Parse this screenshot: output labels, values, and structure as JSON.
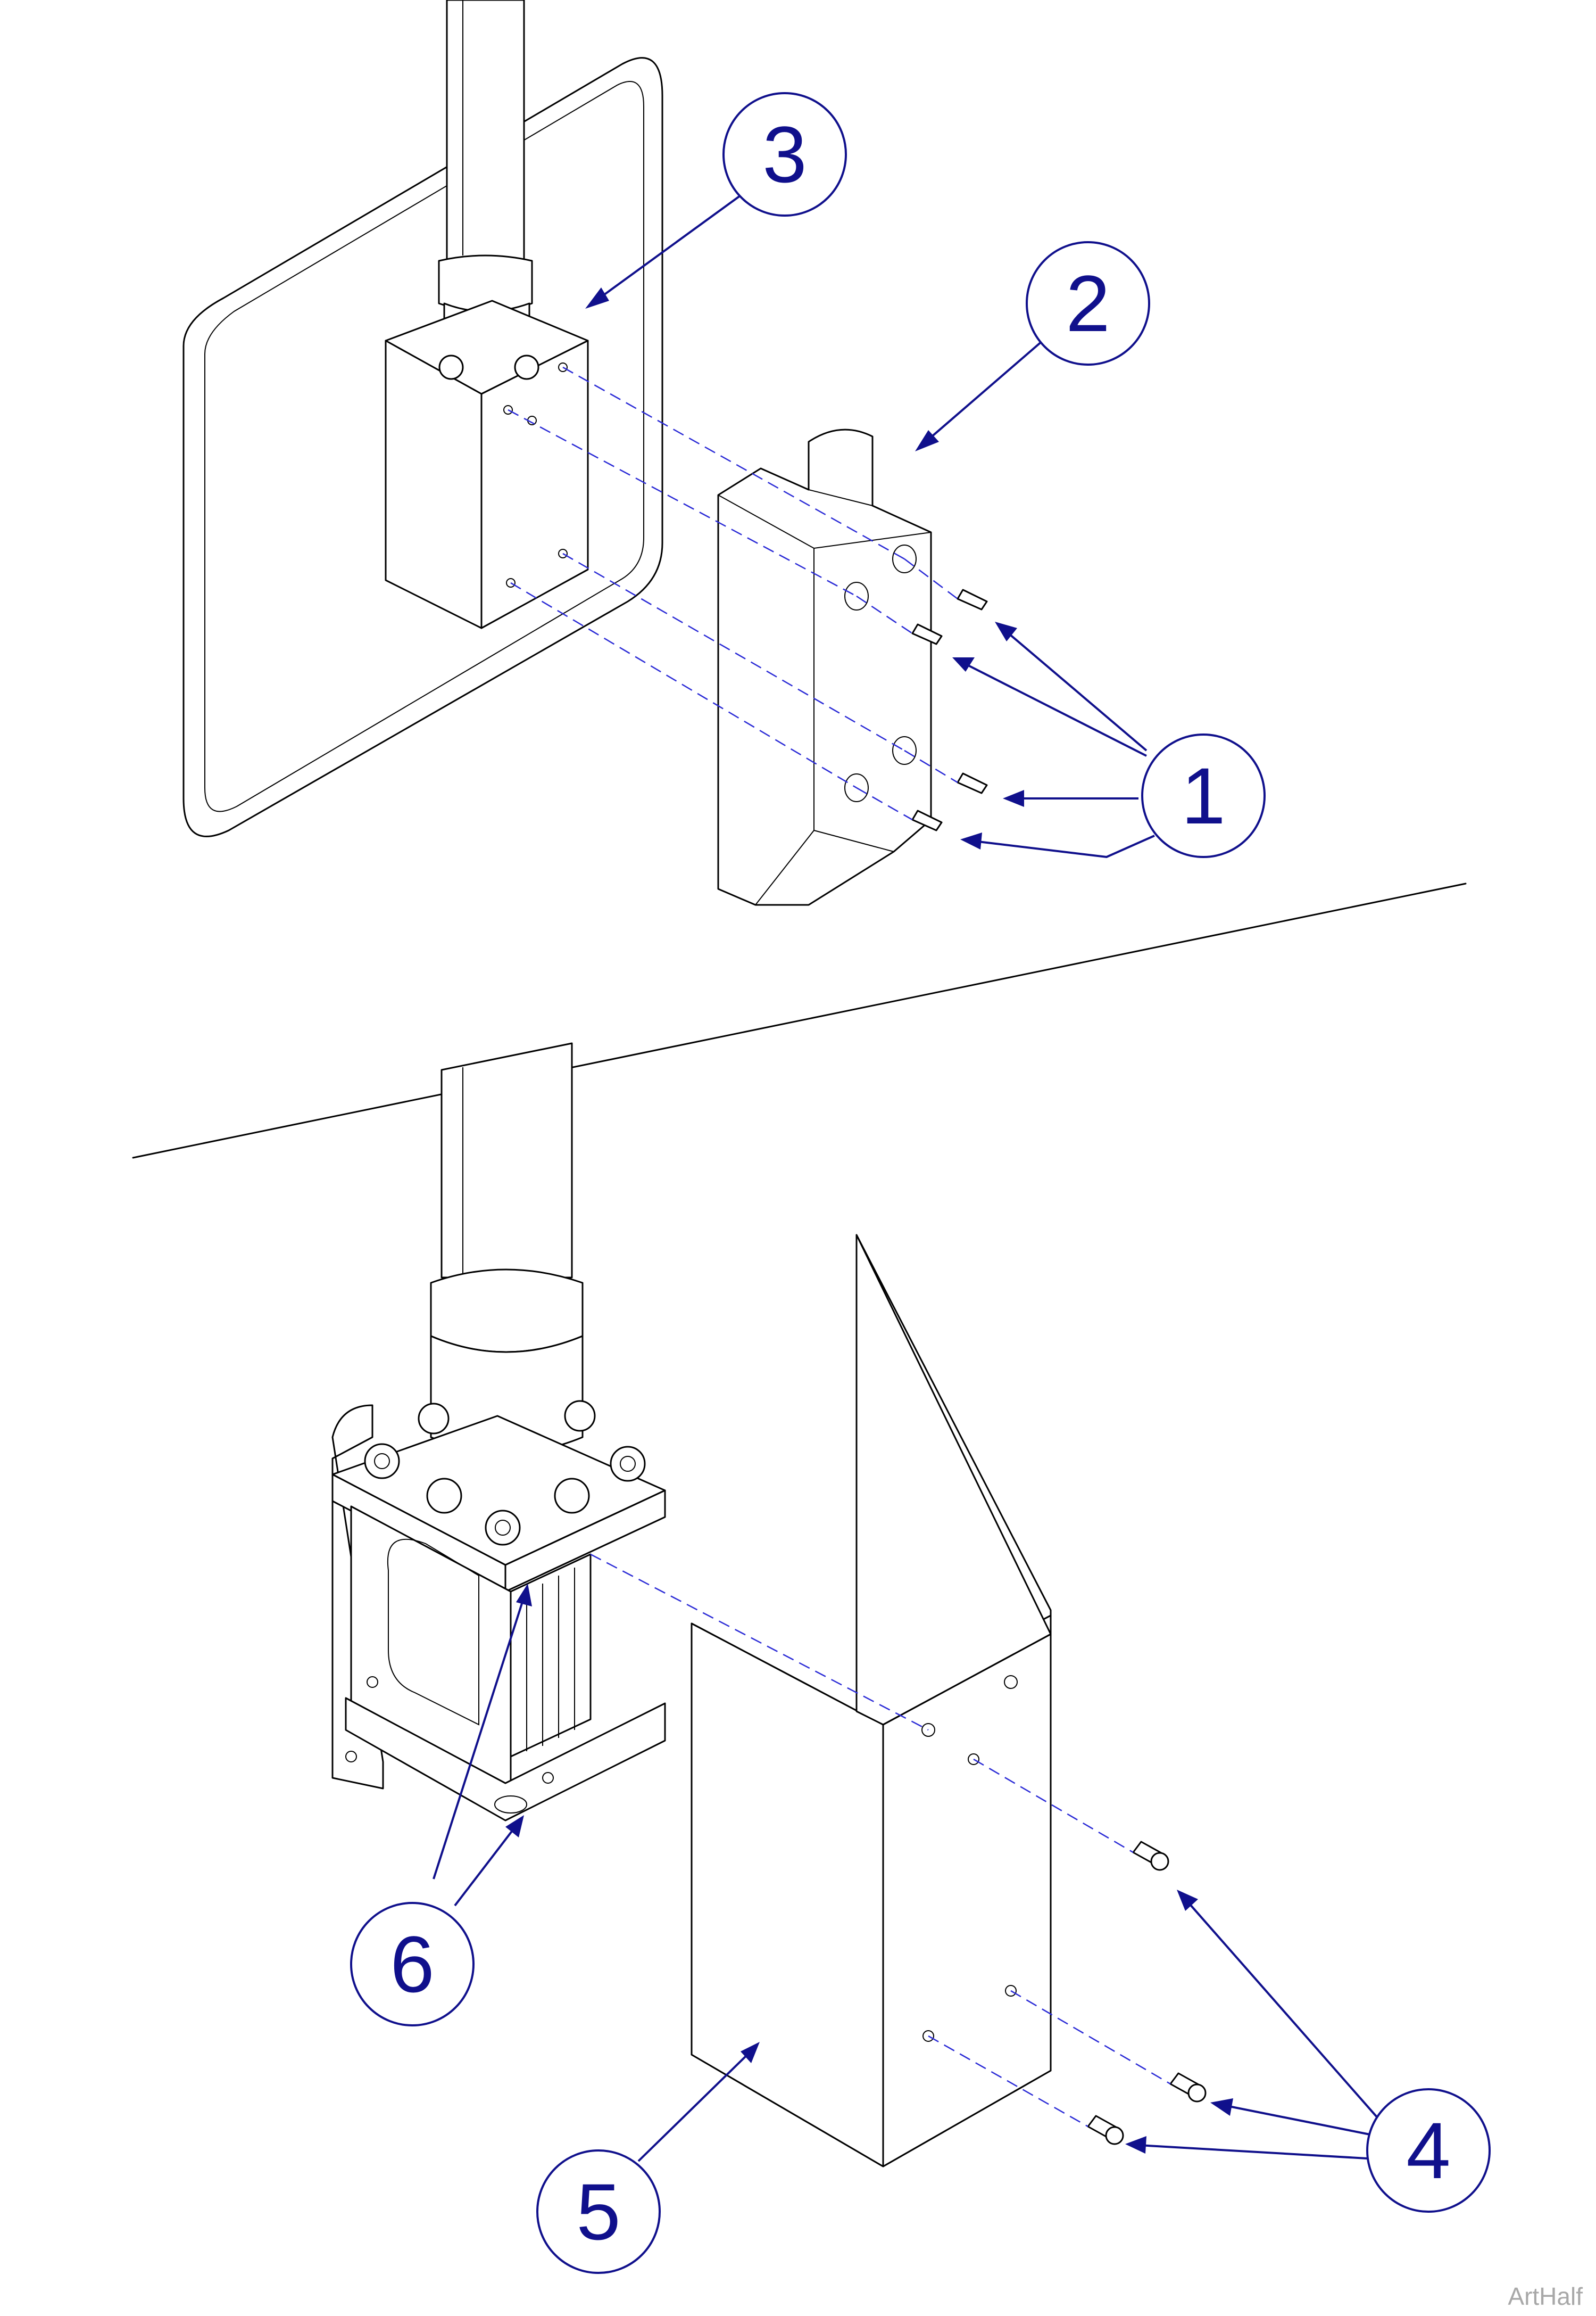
{
  "callouts": {
    "c1": "1",
    "c2": "2",
    "c3": "3",
    "c4": "4",
    "c5": "5",
    "c6": "6"
  },
  "watermark": "ArtHalf",
  "colors": {
    "callout": "#10108c",
    "dash": "#2b2bd6",
    "line": "#000000",
    "watermark": "#a8a8a8"
  }
}
